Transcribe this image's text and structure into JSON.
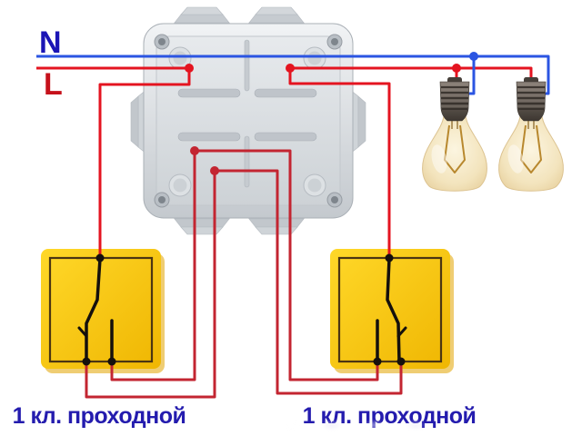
{
  "labels": {
    "neutral": "N",
    "line": "L",
    "switch_left_caption": "1 кл. проходной",
    "switch_right_caption": "1 кл. проходной"
  },
  "colors": {
    "neutral_wire": "#2b55e2",
    "line_wire": "#e41420",
    "traveler_wire": "#c32531",
    "switch_body": "#f7c600",
    "switch_symbol": "#15100c",
    "caption": "#241cae",
    "neutral_label": "#1b15b5",
    "line_label": "#c6111b"
  }
}
